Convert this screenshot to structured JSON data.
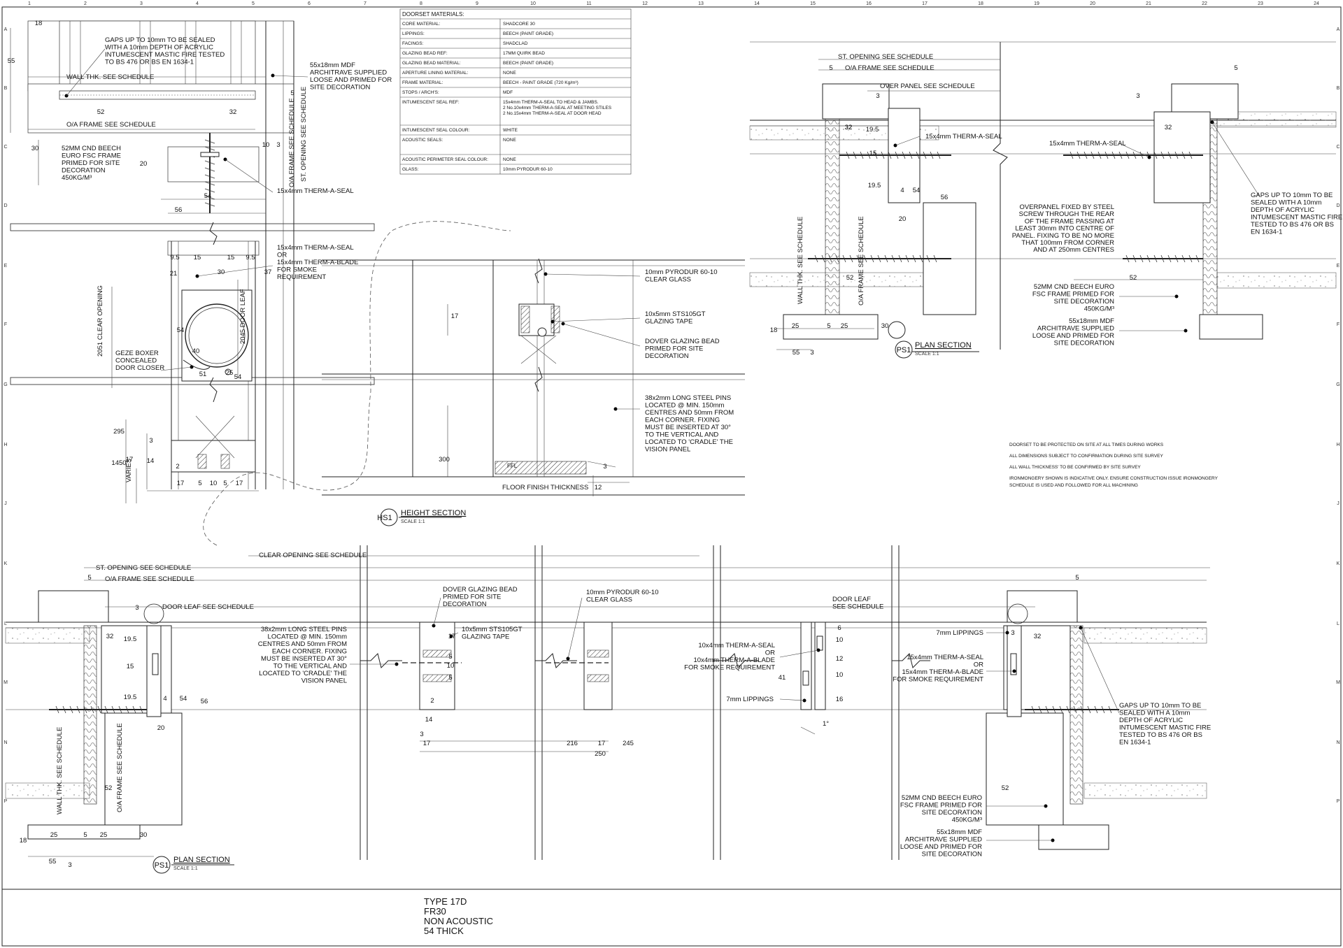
{
  "grid": {
    "columns": [
      "1",
      "2",
      "3",
      "4",
      "5",
      "6",
      "7",
      "8",
      "9",
      "10",
      "11",
      "12",
      "13",
      "14",
      "15",
      "16",
      "17",
      "18",
      "19",
      "20",
      "21",
      "22",
      "23",
      "24"
    ],
    "rows": [
      "A",
      "B",
      "C",
      "D",
      "E",
      "F",
      "G",
      "H",
      "J",
      "K",
      "L",
      "M",
      "N",
      "P"
    ]
  },
  "materials": {
    "heading": "DOORSET MATERIALS:",
    "rows": [
      {
        "label": "CORE MATERIAL:",
        "value": "SHADCORE 30"
      },
      {
        "label": "LIPPINGS:",
        "value": "BEECH (PAINT GRADE)"
      },
      {
        "label": "FACINGS:",
        "value": "SHADCLAD"
      },
      {
        "label": "GLAZING BEAD REF:",
        "value": "17MM QUIRK BEAD"
      },
      {
        "label": "GLAZING BEAD MATERIAL:",
        "value": "BEECH (PAINT GRADE)"
      },
      {
        "label": "APERTURE LINING MATERIAL:",
        "value": "NONE"
      },
      {
        "label": "FRAME MATERIAL:",
        "value": "BEECH - PAINT GRADE (720 Kg/m³)"
      },
      {
        "label": "STOPS / ARCH'S:",
        "value": "MDF"
      },
      {
        "label": "INTUMESCENT SEAL REF:",
        "value": "15x4mm THERM-A-SEAL TO HEAD & JAMBS.",
        "value2": "2 No.10x4mm THERM-A-SEAL AT MEETING STILES",
        "value3": "2 No.15x4mm THERM-A-SEAL AT DOOR HEAD"
      },
      {
        "label": "INTUMESCENT SEAL COLOUR:",
        "value": "WHITE"
      },
      {
        "label": "ACOUSTIC SEALS:",
        "value": "NONE"
      },
      {
        "label": "ACOUSTIC PERIMETER SEAL COLOUR:",
        "value": "NONE"
      },
      {
        "label": "GLASS:",
        "value": "10mm PYRODUR 60-10"
      }
    ]
  },
  "hs1": {
    "id": "HS1",
    "title": "HEIGHT SECTION",
    "scale": "SCALE 1:1",
    "notes": {
      "gaps": [
        "GAPS UP TO 10mm TO BE SEALED",
        "WITH A 10mm DEPTH OF ACRYLIC",
        "INTUMESCENT MASTIC FIRE TESTED",
        "TO BS 476 OR BS EN 1634-1"
      ],
      "architrave": [
        "55x18mm MDF",
        "ARCHITRAVE SUPPLIED",
        "LOOSE AND PRIMED FOR",
        "SITE DECORATION"
      ],
      "wall": "WALL THK. SEE SCHEDULE",
      "oa_frame": "O/A FRAME SEE SCHEDULE",
      "frame": [
        "52MM CND BEECH",
        "EURO FSC FRAME",
        "PRIMED FOR SITE",
        "DECORATION",
        "450KG/M³"
      ],
      "seal": "15x4mm THERM-A-SEAL",
      "seal_or": [
        "15x4mm THERM-A-SEAL",
        "OR",
        "15x4mm THERM-A-BLADE",
        "FOR SMOKE",
        "REQUIREMENT"
      ],
      "clear_opening": "2051 CLEAR OPENING",
      "door_leaf": "2045 DOOR LEAF",
      "geze": [
        "GEZE BOXER",
        "CONCEALED",
        "DOOR CLOSER"
      ],
      "oa_frame_v": "O/A FRAME SEE SCHEDULE",
      "st_opening_v": "ST. OPENING SEE SCHEDULE",
      "glass": [
        "10mm PYRODUR 60-10",
        "CLEAR GLASS"
      ],
      "tape": [
        "10x5mm STS105GT",
        "GLAZING TAPE"
      ],
      "bead": [
        "DOVER GLAZING BEAD",
        "PRIMED FOR SITE",
        "DECORATION"
      ],
      "pins": [
        "38x2mm LONG STEEL PINS",
        "LOCATED @ MIN. 150mm",
        "CENTRES AND 50mm FROM",
        "EACH CORNER. FIXING",
        "MUST BE INSERTED AT 30°",
        "TO THE VERTICAL AND",
        "LOCATED TO 'CRADLE' THE",
        "VISION PANEL"
      ],
      "floor": "FLOOR FINISH THICKNESS",
      "ffl": "FFL",
      "varies": "VARIES"
    },
    "dims": [
      "18",
      "55",
      "52",
      "32",
      "30",
      "20",
      "54",
      "56",
      "5",
      "3",
      "10",
      "9.5",
      "15",
      "30",
      "21",
      "37",
      "54",
      "40",
      "51",
      "25",
      "54",
      "295",
      "1450",
      "17",
      "14",
      "2",
      "17",
      "5",
      "10",
      "5",
      "17",
      "3",
      "17",
      "300",
      "12",
      "3"
    ]
  },
  "ps1_top": {
    "id": "PS1",
    "title": "PLAN SECTION",
    "scale": "SCALE 1:1",
    "notes": {
      "st_opening": "ST. OPENING SEE SCHEDULE",
      "oa_frame": "O/A FRAME SEE SCHEDULE",
      "over_panel": "OVER PANEL SEE SCHEDULE",
      "seal": "15x4mm THERM-A-SEAL",
      "seal2": "15x4mm THERM-A-SEAL",
      "gaps": [
        "GAPS UP TO 10mm TO BE",
        "SEALED WITH A 10mm",
        "DEPTH OF ACRYLIC",
        "INTUMESCENT MASTIC FIRE",
        "TESTED TO BS 476 OR BS",
        "EN 1634-1"
      ],
      "overpanel": [
        "OVERPANEL FIXED BY STEEL",
        "SCREW THROUGH THE REAR",
        "OF THE FRAME  PASSING AT",
        "LEAST 30mm INTO CENTRE OF",
        "PANEL. FIXING  TO BE NO MORE",
        "THAT 100mm FROM CORNER",
        "AND AT 250mm CENTRES"
      ],
      "frame": [
        "52MM CND BEECH EURO",
        "FSC FRAME PRIMED FOR",
        "SITE DECORATION",
        "450KG/M³"
      ],
      "architrave": [
        "55x18mm MDF",
        "ARCHITRAVE SUPPLIED",
        "LOOSE AND PRIMED FOR",
        "SITE DECORATION"
      ],
      "wall_v": "WALL THK. SEE SCHEDULE",
      "oa_frame_v": "O/A FRAME SEE SCHEDULE"
    }
  },
  "general_notes": [
    "DOORSET TO BE PROTECTED ON SITE AT ALL TIMES DURING WORKS",
    "ALL DIMENSIONS SUBJECT TO CONFIRMATION DURING SITE SURVEY",
    "ALL WALL THICKNESS' TO BE CONFIRMED BY SITE SURVEY",
    "IRONMONGERY SHOWN IS INDICATIVE ONLY. ENSURE CONSTRUCTION ISSUE IRONMONGERY",
    "SCHEDULE IS USED AND FOLLOWED FOR ALL MACHINING"
  ],
  "ps1_bottom": {
    "id": "PS1",
    "title": "PLAN SECTION",
    "scale": "SCALE 1:1",
    "notes": {
      "st_opening": "ST. OPENING SEE SCHEDULE",
      "clear_opening": "CLEAR OPENING SEE SCHEDULE",
      "oa_frame": "O/A FRAME SEE SCHEDULE",
      "door_leaf": "DOOR LEAF SEE SCHEDULE",
      "door_leaf2": [
        "DOOR LEAF",
        "SEE SCHEDULE"
      ],
      "pins": [
        "38x2mm LONG STEEL PINS",
        "LOCATED @ MIN. 150mm",
        "CENTRES AND 50mm FROM",
        "EACH CORNER. FIXING",
        "MUST BE INSERTED AT 30°",
        "TO THE VERTICAL AND",
        "LOCATED TO 'CRADLE' THE",
        "VISION PANEL"
      ],
      "bead": [
        "DOVER GLAZING BEAD",
        "PRIMED FOR SITE",
        "DECORATION"
      ],
      "tape": [
        "10x5mm STS105GT",
        "GLAZING TAPE"
      ],
      "glass": [
        "10mm PYRODUR 60-10",
        "CLEAR GLASS"
      ],
      "meeting": [
        "10x4mm THERM-A-SEAL",
        "OR",
        "10x4mm THERM-A-BLADE",
        "FOR SMOKE REQUIREMENT"
      ],
      "lippings": "7mm LIPPINGS",
      "lippings2": "7mm LIPPINGS",
      "seal_or": [
        "15x4mm THERM-A-SEAL",
        "OR",
        "15x4mm THERM-A-BLADE",
        "FOR SMOKE REQUIREMENT"
      ],
      "gaps": [
        "GAPS UP TO 10mm TO BE",
        "SEALED WITH A 10mm",
        "DEPTH OF ACRYLIC",
        "INTUMESCENT MASTIC FIRE",
        "TESTED TO BS 476 OR BS",
        "EN 1634-1"
      ],
      "frame": [
        "52MM CND BEECH EURO",
        "FSC FRAME PRIMED FOR",
        "SITE DECORATION",
        "450KG/M³"
      ],
      "architrave": [
        "55x18mm MDF",
        "ARCHITRAVE SUPPLIED",
        "LOOSE AND PRIMED FOR",
        "SITE DECORATION"
      ],
      "wall_v": "WALL THK. SEE SCHEDULE",
      "oa_frame_v": "O/A FRAME SEE SCHEDULE",
      "angle": "1°"
    }
  },
  "title_block": {
    "line1": "TYPE 17D",
    "line2": "FR30",
    "line3": "NON ACOUSTIC",
    "line4": "54 THICK"
  }
}
